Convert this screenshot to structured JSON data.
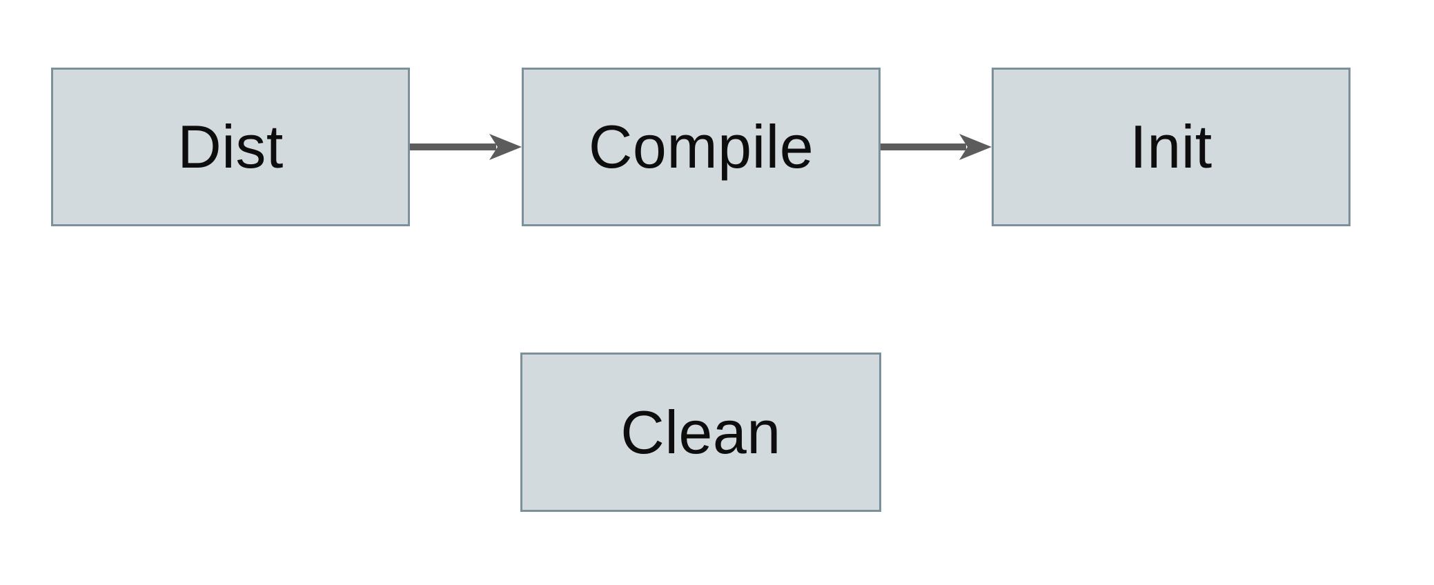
{
  "diagram": {
    "title": "build-targets-flow",
    "colors": {
      "bg": "#ffffff",
      "node_fill": "#d3dadd",
      "node_border": "#7b909a",
      "arrow": "#5c5c5c",
      "text": "#0d0d0d"
    },
    "nodes": [
      {
        "id": "dist",
        "label": "Dist"
      },
      {
        "id": "compile",
        "label": "Compile"
      },
      {
        "id": "init",
        "label": "Init"
      },
      {
        "id": "clean",
        "label": "Clean"
      }
    ],
    "edges": [
      {
        "from": "dist",
        "to": "compile"
      },
      {
        "from": "compile",
        "to": "init"
      }
    ]
  }
}
